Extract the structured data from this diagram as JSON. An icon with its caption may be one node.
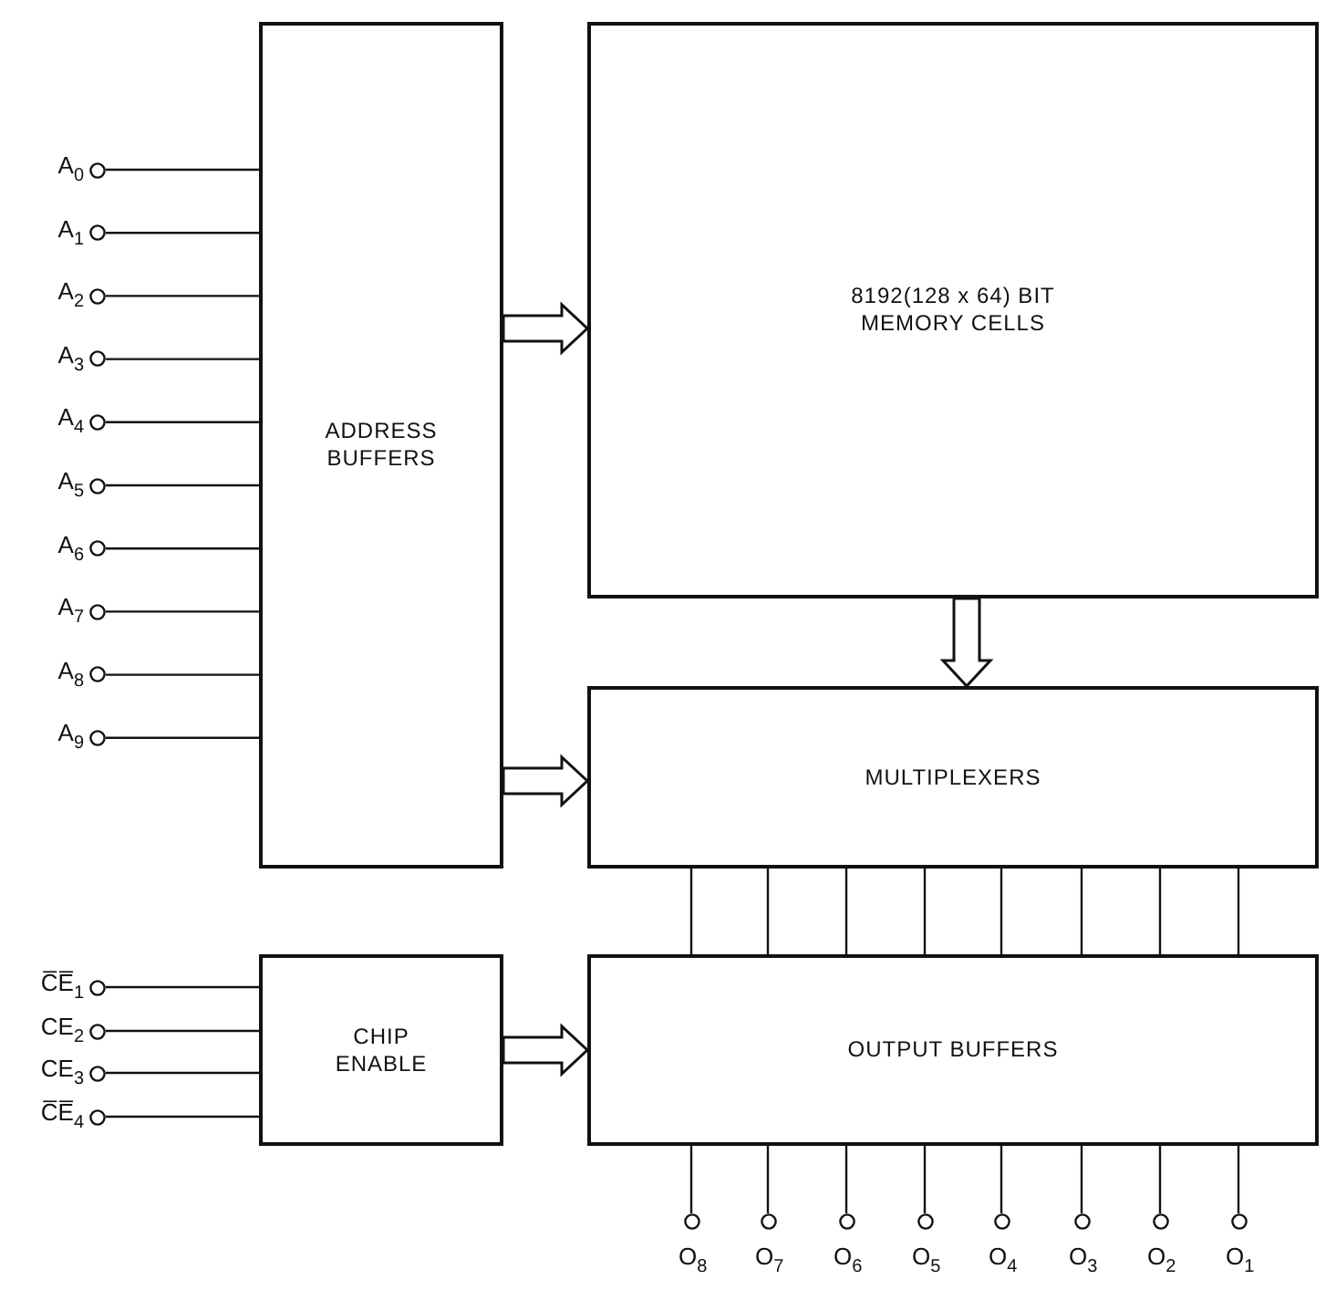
{
  "diagram": {
    "nodes": [
      {
        "text": [
          "ADDRESS BUFFERS"
        ]
      },
      {
        "text": [
          "8192(128 x 64) BIT MEMORY CELLS"
        ]
      },
      {
        "text": [
          "MULTIPLEXERS"
        ]
      },
      {
        "text": [
          "CHIP ENABLE"
        ]
      },
      {
        "text": [
          "OUTPUT BUFFERS"
        ]
      },
      {
        "text": [
          "A$_{0}$"
        ]
      },
      {
        "text": [
          "A$_{1}$"
        ]
      },
      {
        "text": [
          "A$_{2}$"
        ]
      },
      {
        "text": [
          "A$_{3}$"
        ]
      },
      {
        "text": [
          "A$_{4}$"
        ]
      },
      {
        "text": [
          "A$_{5}$"
        ]
      },
      {
        "text": [
          "A$_{6}$"
        ]
      },
      {
        "text": [
          "A$_{7}$"
        ]
      },
      {
        "text": [
          "A$_{8}$"
        ]
      },
      {
        "text": [
          "A$_{9}$"
        ]
      },
      {
        "text": [
          "C̅E̅$_{1}$"
        ]
      },
      {
        "text": [
          "CE$_{2}$"
        ]
      },
      {
        "text": [
          "CE$_{3}$"
        ]
      },
      {
        "text": [
          "C̅E̅$_{4}$"
        ]
      },
      {
        "text": [
          "O$_{8}$"
        ]
      },
      {
        "text": [
          "O$_{7}$"
        ]
      },
      {
        "text": [
          "O$_{6}$"
        ]
      },
      {
        "text": [
          "O$_{5}$"
        ]
      },
      {
        "text": [
          "O$_{4}$"
        ]
      },
      {
        "text": [
          "O$_{3}$"
        ]
      },
      {
        "text": [
          "O$_{2}$"
        ]
      },
      {
        "text": [
          "O$_{1}$"
        ]
      }
    ],
    "edges": [
      {
        "from": 5,
        "to": 0,
        "arrow": "none"
      },
      {
        "from": 6,
        "to": 0,
        "arrow": "none"
      },
      {
        "from": 7,
        "to": 0,
        "arrow": "none"
      },
      {
        "from": 8,
        "to": 0,
        "arrow": "none"
      },
      {
        "from": 9,
        "to": 0,
        "arrow": "none"
      },
      {
        "from": 10,
        "to": 0,
        "arrow": "none"
      },
      {
        "from": 11,
        "to": 0,
        "arrow": "none"
      },
      {
        "from": 12,
        "to": 0,
        "arrow": "none"
      },
      {
        "from": 13,
        "to": 0,
        "arrow": "none"
      },
      {
        "from": 14,
        "to": 0,
        "arrow": "none"
      },
      {
        "from": 15,
        "to": 3,
        "arrow": "none"
      },
      {
        "from": 16,
        "to": 3,
        "arrow": "none"
      },
      {
        "from": 17,
        "to": 3,
        "arrow": "none"
      },
      {
        "from": 18,
        "to": 3,
        "arrow": "none"
      },
      {
        "from": 0,
        "to": 1,
        "arrow": "to",
        "style": "thick"
      },
      {
        "from": 0,
        "to": 2,
        "arrow": "to",
        "style": "thick"
      },
      {
        "from": 1,
        "to": 2,
        "arrow": "to",
        "style": "thick"
      },
      {
        "from": 3,
        "to": 4,
        "arrow": "to",
        "style": "thick"
      },
      {
        "from": 2,
        "to": 4,
        "arrow": "none"
      },
      {
        "from": 2,
        "to": 4,
        "arrow": "none"
      },
      {
        "from": 2,
        "to": 4,
        "arrow": "none"
      },
      {
        "from": 2,
        "to": 4,
        "arrow": "none"
      },
      {
        "from": 2,
        "to": 4,
        "arrow": "none"
      },
      {
        "from": 2,
        "to": 4,
        "arrow": "none"
      },
      {
        "from": 2,
        "to": 4,
        "arrow": "none"
      },
      {
        "from": 2,
        "to": 4,
        "arrow": "none"
      },
      {
        "from": 4,
        "to": 19,
        "arrow": "none"
      },
      {
        "from": 4,
        "to": 20,
        "arrow": "none"
      },
      {
        "from": 4,
        "to": 21,
        "arrow": "none"
      },
      {
        "from": 4,
        "to": 22,
        "arrow": "none"
      },
      {
        "from": 4,
        "to": 23,
        "arrow": "none"
      },
      {
        "from": 4,
        "to": 24,
        "arrow": "none"
      },
      {
        "from": 4,
        "to": 25,
        "arrow": "none"
      },
      {
        "from": 4,
        "to": 26,
        "arrow": "none"
      }
    ]
  }
}
